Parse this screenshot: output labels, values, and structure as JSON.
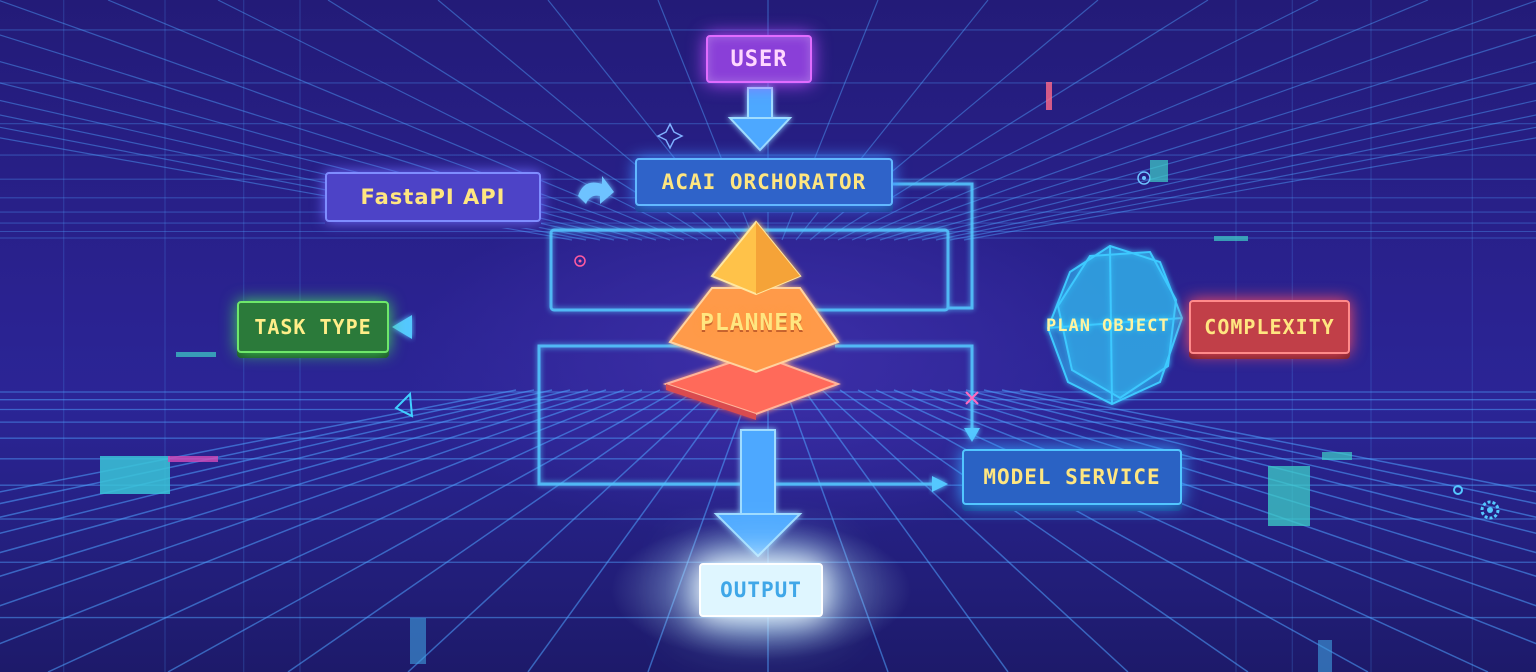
{
  "diagram": {
    "nodes": {
      "user": "USER",
      "orchestrator": "ACAI ORCHORATOR",
      "api": "FastaPI API",
      "task_type": "TASK TYPE",
      "planner": "PLANNER",
      "plan_object": "PLAN OBJECT",
      "complexity": "COMPLEXITY",
      "model_service": "MODEL SERVICE",
      "output": "OUTPUT"
    },
    "colors": {
      "background": "#231b78",
      "grid": "#4fa3ff",
      "flow_line": "#54c8ff",
      "user": "#8a3fd8",
      "orchestrator": "#2f63c9",
      "api": "#4d43c7",
      "task_type": "#2b7a3a",
      "complexity": "#c13f48",
      "model_service": "#2a62c4",
      "output": "#dff6ff",
      "planner_top": "#ffc24a",
      "planner_mid": "#ff9a4a",
      "planner_base": "#ff6a5a",
      "plan_object": "#3ec9ff"
    },
    "icons": [
      "refresh-arrow-icon",
      "sparkle-icon",
      "target-icon",
      "gear-icon",
      "triangle-icon",
      "close-icon"
    ]
  }
}
